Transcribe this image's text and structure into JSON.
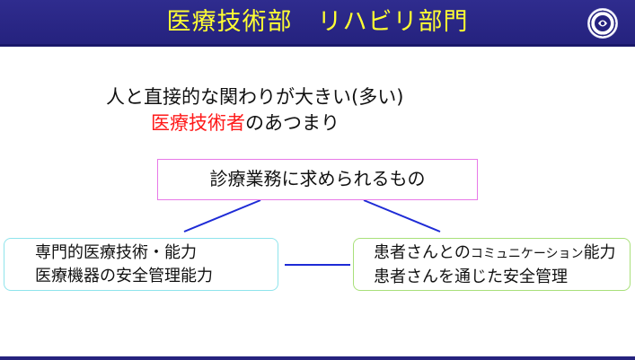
{
  "slide": {
    "title": "医療技術部　リハビリ部門",
    "intro_line1": "人と直接的な関わりが大きい(多い)",
    "intro_line2_highlight": "医療技術者",
    "intro_line2_rest": "のあつまり"
  },
  "diagram": {
    "top_box": "診療業務に求められるもの",
    "left_box": {
      "line1": "専門的医療技術・能力",
      "line2": "医療機器の安全管理能力"
    },
    "right_box": {
      "line1_start": "患者さんとの",
      "line1_small": "コミュニケーション",
      "line1_end": "能力",
      "line2": "患者さんを通じた安全管理"
    }
  },
  "colors": {
    "header_bg": "#25227e",
    "title_text": "#ffff33",
    "highlight": "#ff1a1a",
    "connector": "#1e2bd6",
    "top_box_border": "#e879e8",
    "left_box_border": "#8fe4ec",
    "right_box_border": "#a8e07a"
  },
  "icons": {
    "logo": "hospital-emblem-icon"
  }
}
